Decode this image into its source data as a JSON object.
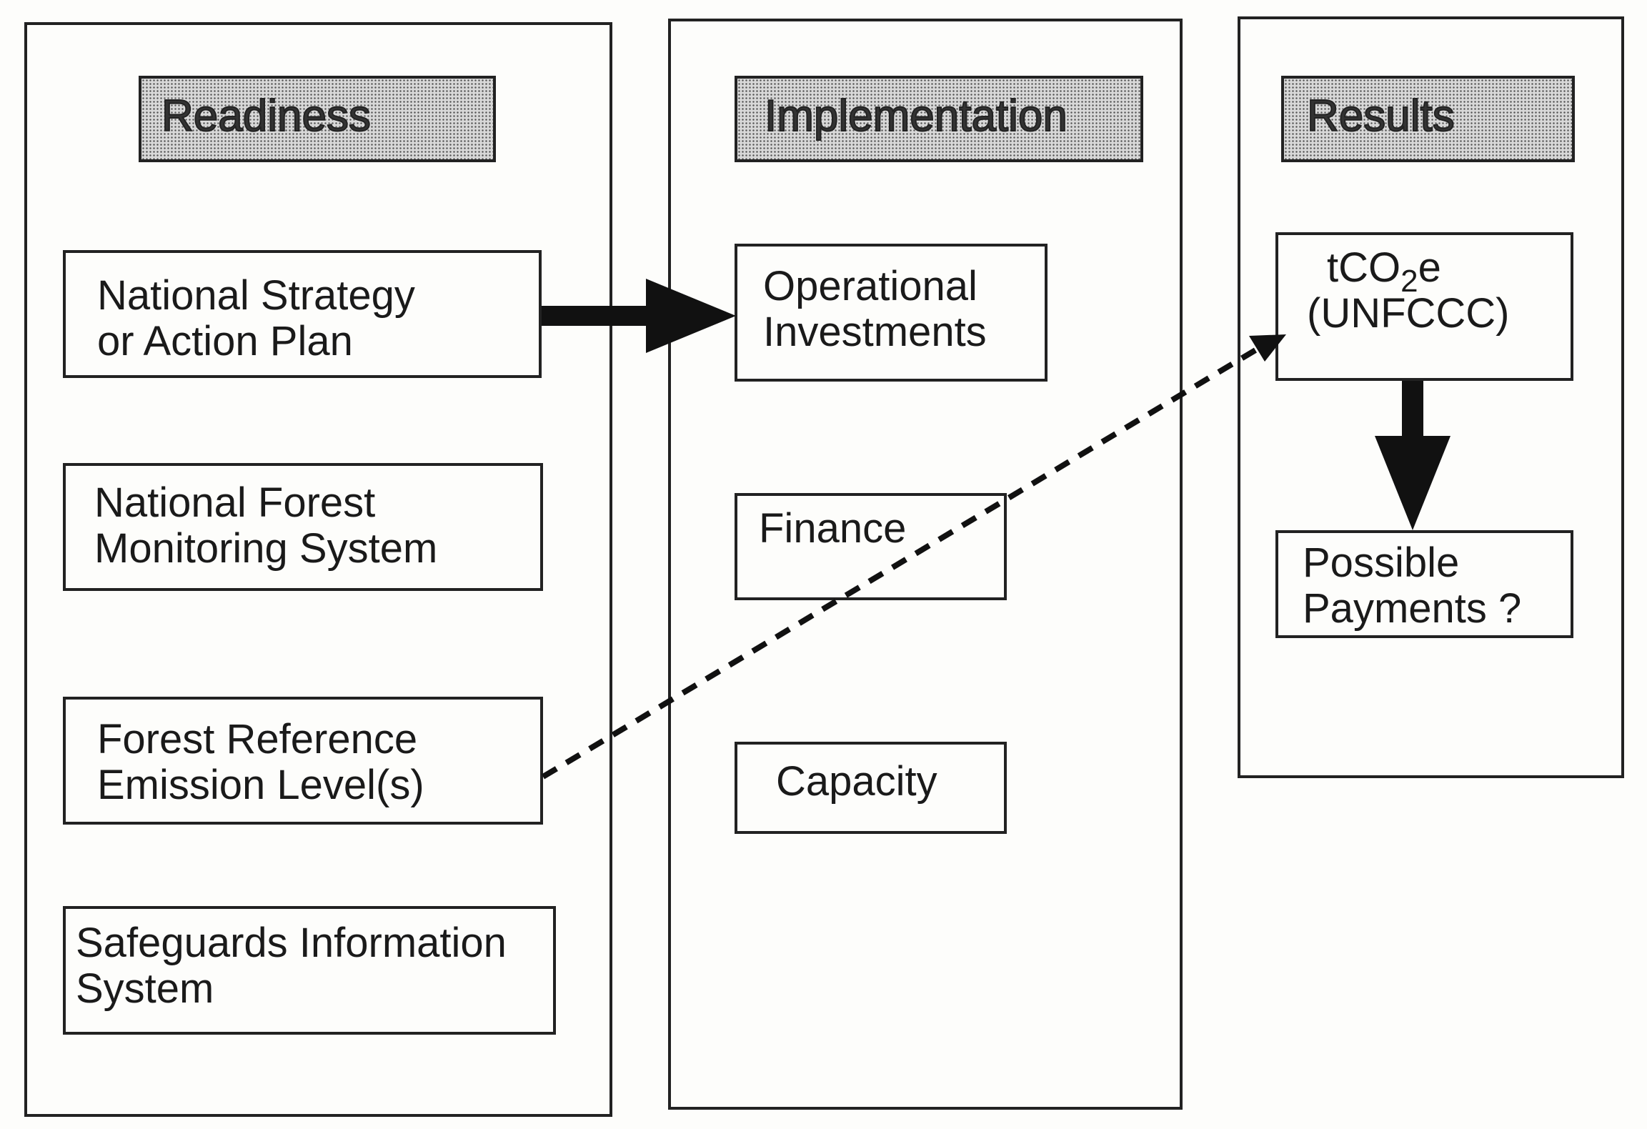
{
  "readiness": {
    "header": "Readiness",
    "items": [
      {
        "line1": "National Strategy",
        "line2": "or Action Plan"
      },
      {
        "line1": "National Forest",
        "line2": "Monitoring System"
      },
      {
        "line1": "Forest Reference",
        "line2": "Emission Level(s)"
      },
      {
        "line1": "Safeguards Information",
        "line2": "System"
      }
    ]
  },
  "implementation": {
    "header": "Implementation",
    "items": [
      {
        "line1": "Operational",
        "line2": "Investments"
      },
      {
        "line1": "Finance"
      },
      {
        "line1": "Capacity"
      }
    ]
  },
  "results": {
    "header": "Results",
    "tco2e": {
      "prefix": "tCO",
      "subscript": "2",
      "suffix": "e",
      "line2": "(UNFCCC)"
    },
    "payments": {
      "line1": "Possible",
      "line2": "Payments ?"
    }
  },
  "colors": {
    "line": "#111111",
    "header_fill": "#d8d8d8",
    "background": "#fdfdfb"
  }
}
